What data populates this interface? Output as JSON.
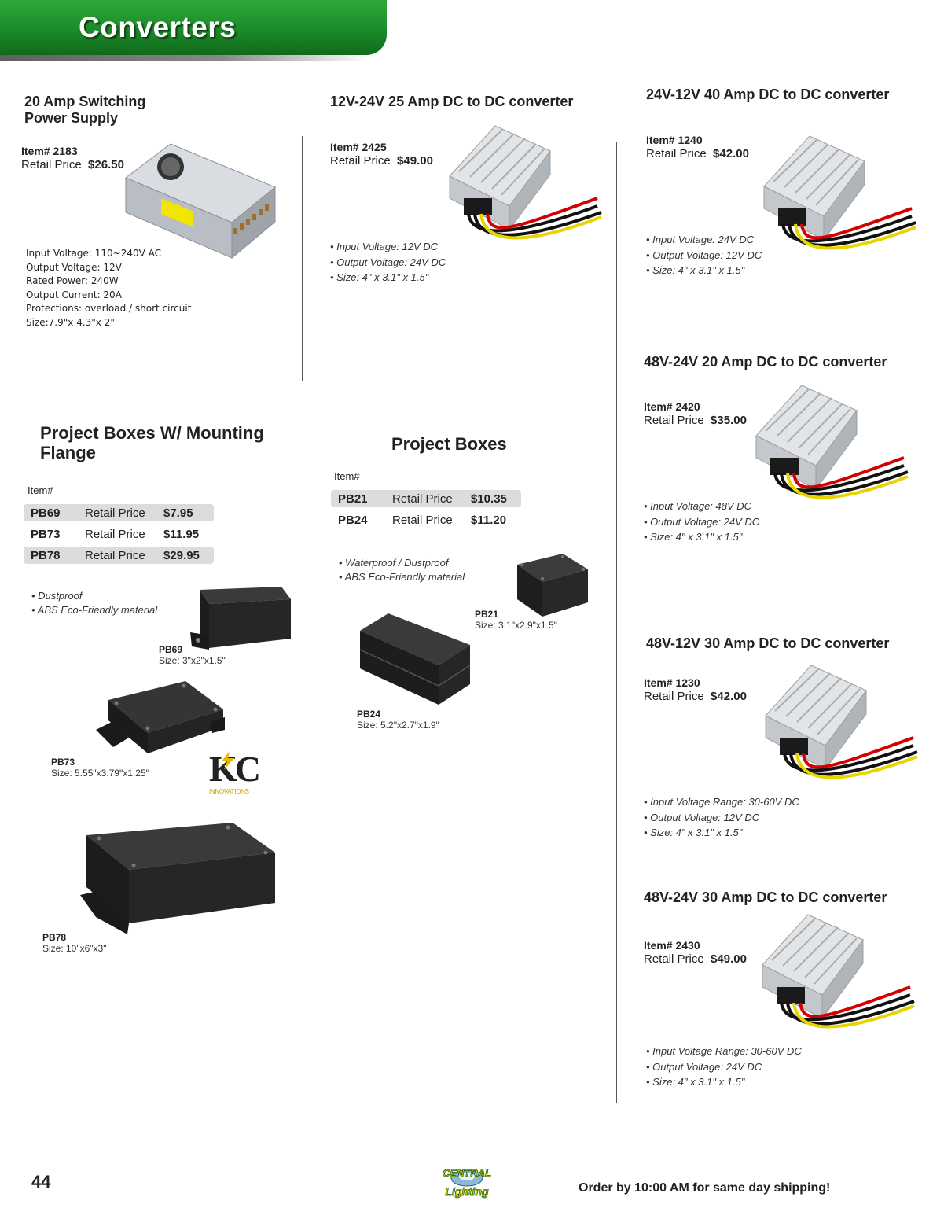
{
  "header": {
    "title": "Converters"
  },
  "power_supply": {
    "title_line1": "20 Amp Switching",
    "title_line2": "Power Supply",
    "item": "Item# 2183",
    "retail_label": "Retail Price",
    "price": "$26.50",
    "specs": [
      "Input Voltage: 110~240V AC",
      "Output Voltage: 12V",
      "Rated Power: 240W",
      "Output Current: 20A",
      "Protections: overload / short circuit",
      "Size:7.9\"x 4.3\"x 2\""
    ]
  },
  "conv_2425": {
    "title": "12V-24V 25 Amp DC to DC converter",
    "item": "Item# 2425",
    "retail_label": "Retail Price",
    "price": "$49.00",
    "specs": [
      "• Input Voltage: 12V DC",
      "• Output Voltage: 24V DC",
      "• Size: 4\" x 3.1\" x 1.5\""
    ]
  },
  "conv_1240": {
    "title": "24V-12V 40 Amp DC to DC converter",
    "item": "Item# 1240",
    "retail_label": "Retail Price",
    "price": "$42.00",
    "specs": [
      "• Input Voltage: 24V DC",
      "• Output Voltage: 12V DC",
      "• Size: 4\" x 3.1\" x 1.5\""
    ]
  },
  "conv_2420": {
    "title": "48V-24V 20 Amp DC to DC converter",
    "item": "Item# 2420",
    "retail_label": "Retail Price",
    "price": "$35.00",
    "specs": [
      "• Input Voltage: 48V DC",
      "• Output Voltage: 24V DC",
      "• Size: 4\" x 3.1\" x 1.5\""
    ]
  },
  "conv_1230": {
    "title": "48V-12V 30 Amp DC to DC converter",
    "item": "Item# 1230",
    "retail_label": "Retail Price",
    "price": "$42.00",
    "specs": [
      "• Input Voltage Range: 30-60V DC",
      "• Output Voltage: 12V DC",
      "• Size: 4\" x 3.1\" x 1.5\""
    ]
  },
  "conv_2430": {
    "title": "48V-24V 30 Amp DC to DC converter",
    "item": "Item# 2430",
    "retail_label": "Retail Price",
    "price": "$49.00",
    "specs": [
      "• Input Voltage Range: 30-60V DC",
      "• Output Voltage: 24V DC",
      "• Size: 4\" x 3.1\" x 1.5\""
    ]
  },
  "flange_boxes": {
    "title_line1": "Project Boxes W/ Mounting",
    "title_line2": "Flange",
    "item_header": "Item#",
    "rows": [
      {
        "code": "PB69",
        "label": "Retail Price",
        "price": "$7.95"
      },
      {
        "code": "PB73",
        "label": "Retail Price",
        "price": "$11.95"
      },
      {
        "code": "PB78",
        "label": "Retail Price",
        "price": "$29.95"
      }
    ],
    "features": [
      "• Dustproof",
      "• ABS Eco-Friendly material"
    ],
    "captions": [
      {
        "code": "PB69",
        "size": "Size: 3\"x2\"x1.5\""
      },
      {
        "code": "PB73",
        "size": "Size: 5.55\"x3.79\"x1.25\""
      },
      {
        "code": "PB78",
        "size": "Size: 10\"x6\"x3\""
      }
    ]
  },
  "project_boxes": {
    "title": "Project Boxes",
    "item_header": "Item#",
    "rows": [
      {
        "code": "PB21",
        "label": "Retail Price",
        "price": "$10.35"
      },
      {
        "code": "PB24",
        "label": "Retail Price",
        "price": "$11.20"
      }
    ],
    "features": [
      "• Waterproof / Dustproof",
      "• ABS Eco-Friendly material"
    ],
    "captions": [
      {
        "code": "PB21",
        "size": "Size: 3.1\"x2.9\"x1.5\""
      },
      {
        "code": "PB24",
        "size": "Size: 5.2\"x2.7\"x1.9\""
      }
    ]
  },
  "kc_logo": {
    "letters": "KC",
    "sub": "INNOVATIONS"
  },
  "footer": {
    "page_number": "44",
    "logo_line1": "CENTRAL",
    "logo_line2": "Lighting",
    "order_text": "Order by 10:00 AM for same day shipping!"
  }
}
